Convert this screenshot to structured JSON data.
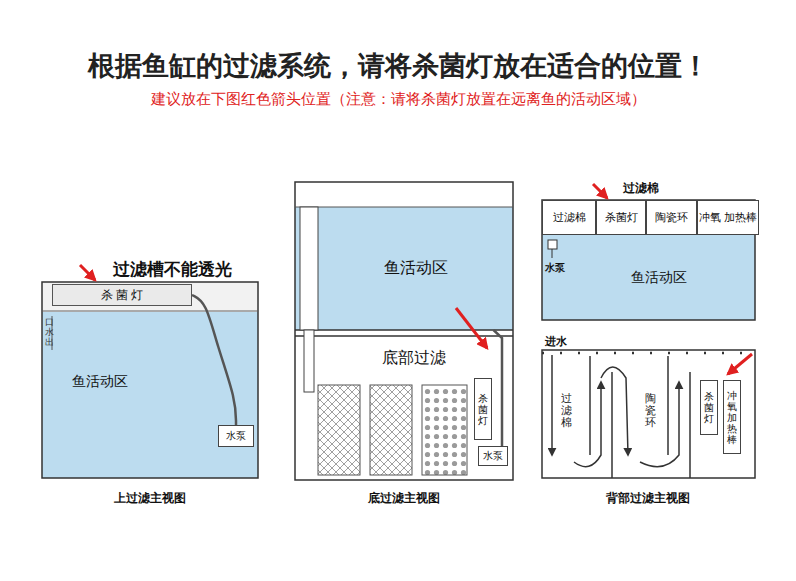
{
  "diagram": {
    "title": "根据鱼缸的过滤系统，请将杀菌灯放在适合的位置！",
    "nodes": [
      {
        "text": [
          "杀 菌 灯"
        ]
      },
      {
        "text": [
          "鱼活动区"
        ]
      },
      {
        "text": [
          "水泵"
        ],
        "in": 1
      },
      {
        "text": [
          "鱼活动区"
        ]
      },
      {
        "text": [
          "底部过滤"
        ]
      },
      {
        "text": [
          "杀菌灯"
        ],
        "in": 4
      },
      {
        "text": [
          "水泵"
        ],
        "in": 4
      },
      {
        "text": [
          "过滤棉"
        ]
      },
      {
        "text": [
          "杀菌灯"
        ]
      },
      {
        "text": [
          "陶瓷环"
        ]
      },
      {
        "text": [
          "冲氧 加热棒"
        ]
      },
      {
        "text": [
          "鱼活动区"
        ]
      },
      {
        "text": [
          "杀菌灯"
        ]
      },
      {
        "text": [
          "冲氧加热棒"
        ]
      }
    ],
    "edges": [
      {
        "from": 2,
        "to": 0,
        "arrow": "none"
      },
      {
        "from": 6,
        "to": 3,
        "arrow": "none"
      }
    ],
    "labels": [
      "建议放在下图红色箭头位置（注意：请将杀菌灯放置在远离鱼的活动区域）",
      "过滤槽不能透光",
      "口水出",
      "上过滤主视图",
      "底过滤主视图",
      "过滤棉",
      "水泵",
      "进水",
      "过滤棉",
      "陶瓷环",
      "背部过滤主视图"
    ]
  }
}
